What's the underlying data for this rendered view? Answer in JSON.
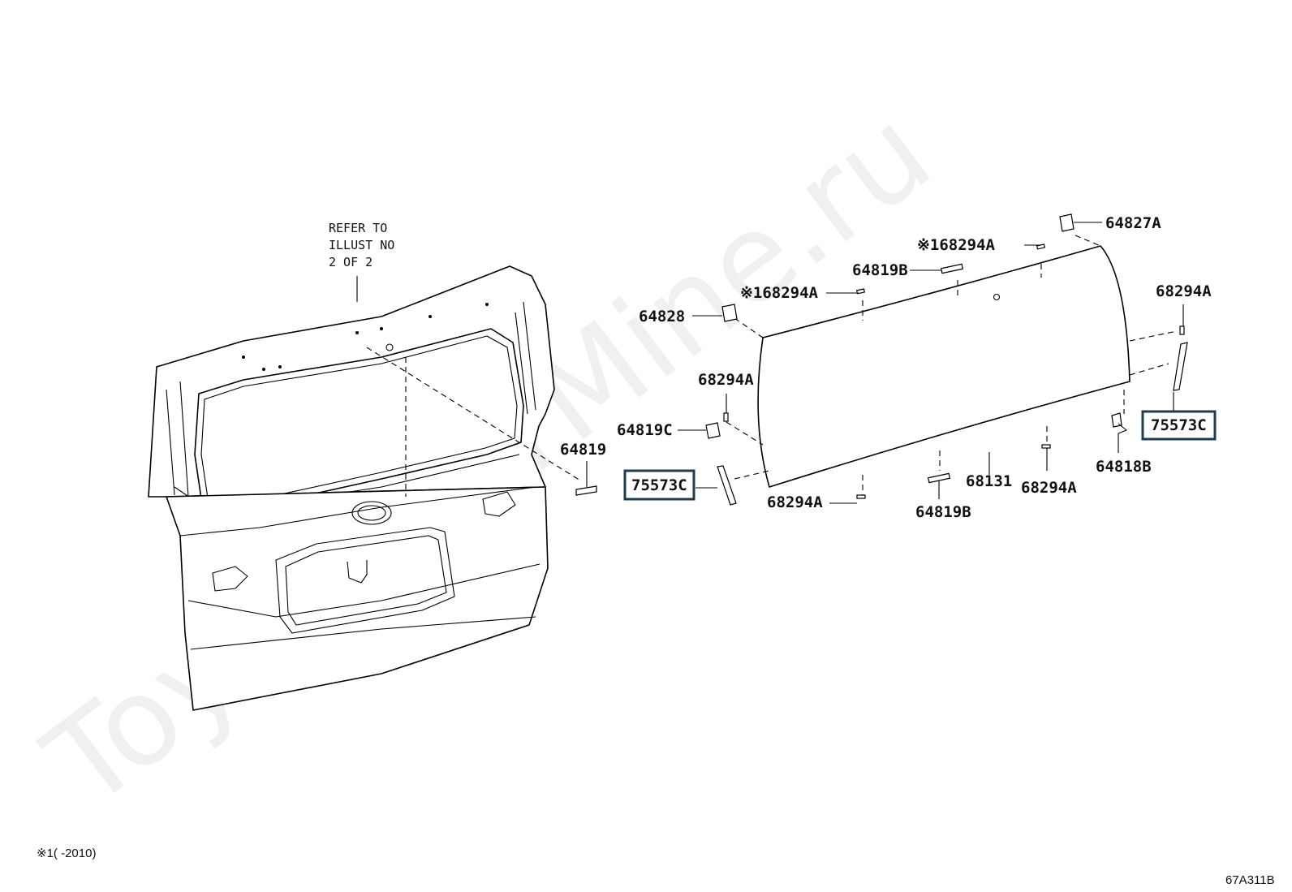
{
  "watermark": "ToyotaCarMine.ru",
  "refer_note": [
    "REFER TO",
    "ILLUST NO",
    "2 OF 2"
  ],
  "labels": {
    "p64827A": "64827A",
    "p68294A_top": "※168294A",
    "p64819B_top": "64819B",
    "p68294A_topleft": "※168294A",
    "p64828": "64828",
    "p68294A_right": "68294A",
    "p68294A_left": "68294A",
    "p64819C": "64819C",
    "p64819": "64819",
    "p75573C_left": "75573C",
    "p75573C_right": "75573C",
    "p68294A_bottomleft": "68294A",
    "p64819B_bottom": "64819B",
    "p68131": "68131",
    "p68294A_bottom": "68294A",
    "p64818B": "64818B"
  },
  "footnote": "※1(    -2010)",
  "illustration_code": "67A311B",
  "colors": {
    "highlight_box": "#1f3b4d"
  }
}
